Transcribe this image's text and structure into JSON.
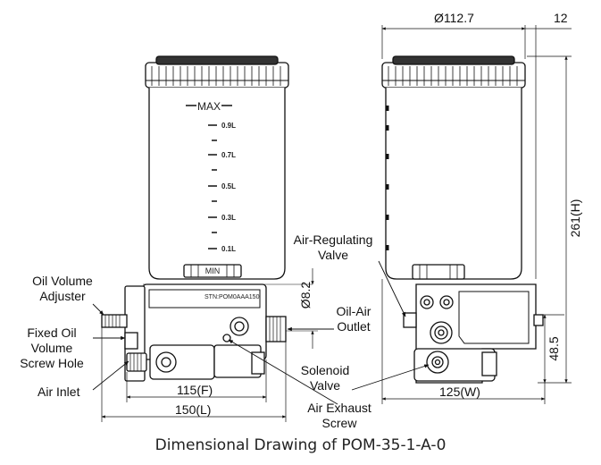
{
  "caption": "Dimensional Drawing of POM-35-1-A-0",
  "reservoir": {
    "max_label": "MAX",
    "min_label": "MIN",
    "level_marks": [
      "0.9L",
      "0.7L",
      "0.5L",
      "0.3L",
      "0.1L"
    ],
    "model_plate": "STN:POM0AAA150"
  },
  "callouts": {
    "oil_volume_adjuster": "Oil Volume\nAdjuster",
    "fixed_oil_volume_screw_hole": "Fixed Oil\nVolume\nScrew Hole",
    "air_inlet": "Air Inlet",
    "air_regulating_valve": "Air-Regulating\nValve",
    "oil_air_outlet": "Oil-Air\nOutlet",
    "solenoid_valve": "Solenoid\nValve",
    "air_exhaust_screw": "Air Exhaust\nScrew"
  },
  "dimensions": {
    "tank_diameter": "Ø112.7",
    "side_offset": "12",
    "height": "261(H)",
    "outlet_diameter": "Ø8.2",
    "base_height": "48.5",
    "fixed_length": "115(F)",
    "overall_length": "150(L)",
    "width": "125(W)"
  },
  "colors": {
    "line": "#111111",
    "background": "#ffffff"
  }
}
